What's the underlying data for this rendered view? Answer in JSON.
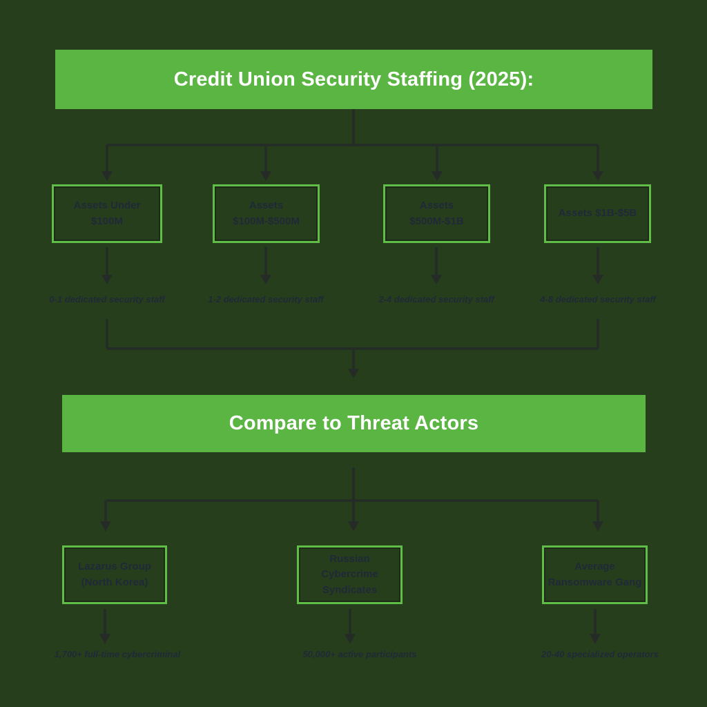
{
  "theme": {
    "bg": "#273e1d",
    "banner-green": "#5bb543",
    "border-green": "#60bd48",
    "line-color": "#252b26",
    "dark-text": "#1f2937",
    "banner-text": "#ffffff"
  },
  "header": {
    "title": "Credit Union Security Staffing (2025):"
  },
  "tiers": [
    {
      "label": "Assets Under\n$100M",
      "staff": "0-1 dedicated security staff"
    },
    {
      "label": "Assets\n$100M-$500M",
      "staff": "1-2 dedicated security staff"
    },
    {
      "label": "Assets\n$500M-$1B",
      "staff": "2-4 dedicated security staff"
    },
    {
      "label": "Assets $1B-$5B",
      "staff": "4-8 dedicated security staff"
    }
  ],
  "compare": {
    "title": "Compare to Threat Actors"
  },
  "threat_actors": [
    {
      "label": "Lazarus Group\n(North Korea)",
      "detail": "1,700+ full-time cybercriminal"
    },
    {
      "label": "Russian\nCybercrime\nSyndicates",
      "detail": "50,000+ active participants"
    },
    {
      "label": "Average\nRansomware Gang",
      "detail": "20-40 specialized operators"
    }
  ]
}
